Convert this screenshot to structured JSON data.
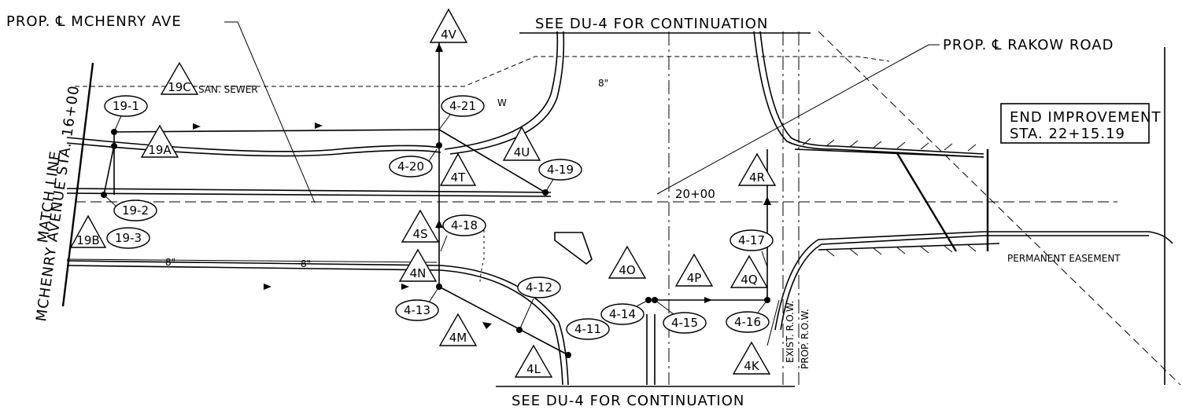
{
  "labels": {
    "mchenry_centerline": "PROP. ℄ MCHENRY AVE",
    "rakow_centerline": "PROP. ℄ RAKOW ROAD",
    "see_du4_top": "SEE DU-4 FOR CONTINUATION",
    "see_du4_bottom": "SEE DU-4 FOR CONTINUATION",
    "match_line_1": "MATCH LINE",
    "match_line_2": "MCHENRY AVENUE STA. 16+00",
    "end_improvement_1": "END IMPROVEMENT",
    "end_improvement_2": "STA. 22+15.19",
    "station": "20+00",
    "san_sewer": "8\" SAN. SEWER",
    "permanent_easement": "PERMANENT EASEMENT",
    "exist_row": "EXIST. R.O.W.",
    "prop_row": "PROP. R.O.W.",
    "pipe_8": "8\"",
    "pipe_8b": "8\"",
    "pipe_8c": "8\"",
    "water": "W"
  },
  "structures": [
    "19-1",
    "19-2",
    "19-3",
    "4-21",
    "4-20",
    "4-19",
    "4-18",
    "4-13",
    "4-12",
    "4-11",
    "4-14",
    "4-15",
    "4-16",
    "4-17"
  ],
  "segments": [
    "19C",
    "19A",
    "19B",
    "4V",
    "4U",
    "4T",
    "4S",
    "4N",
    "4M",
    "4L",
    "4O",
    "4P",
    "4Q",
    "4K",
    "4R"
  ]
}
